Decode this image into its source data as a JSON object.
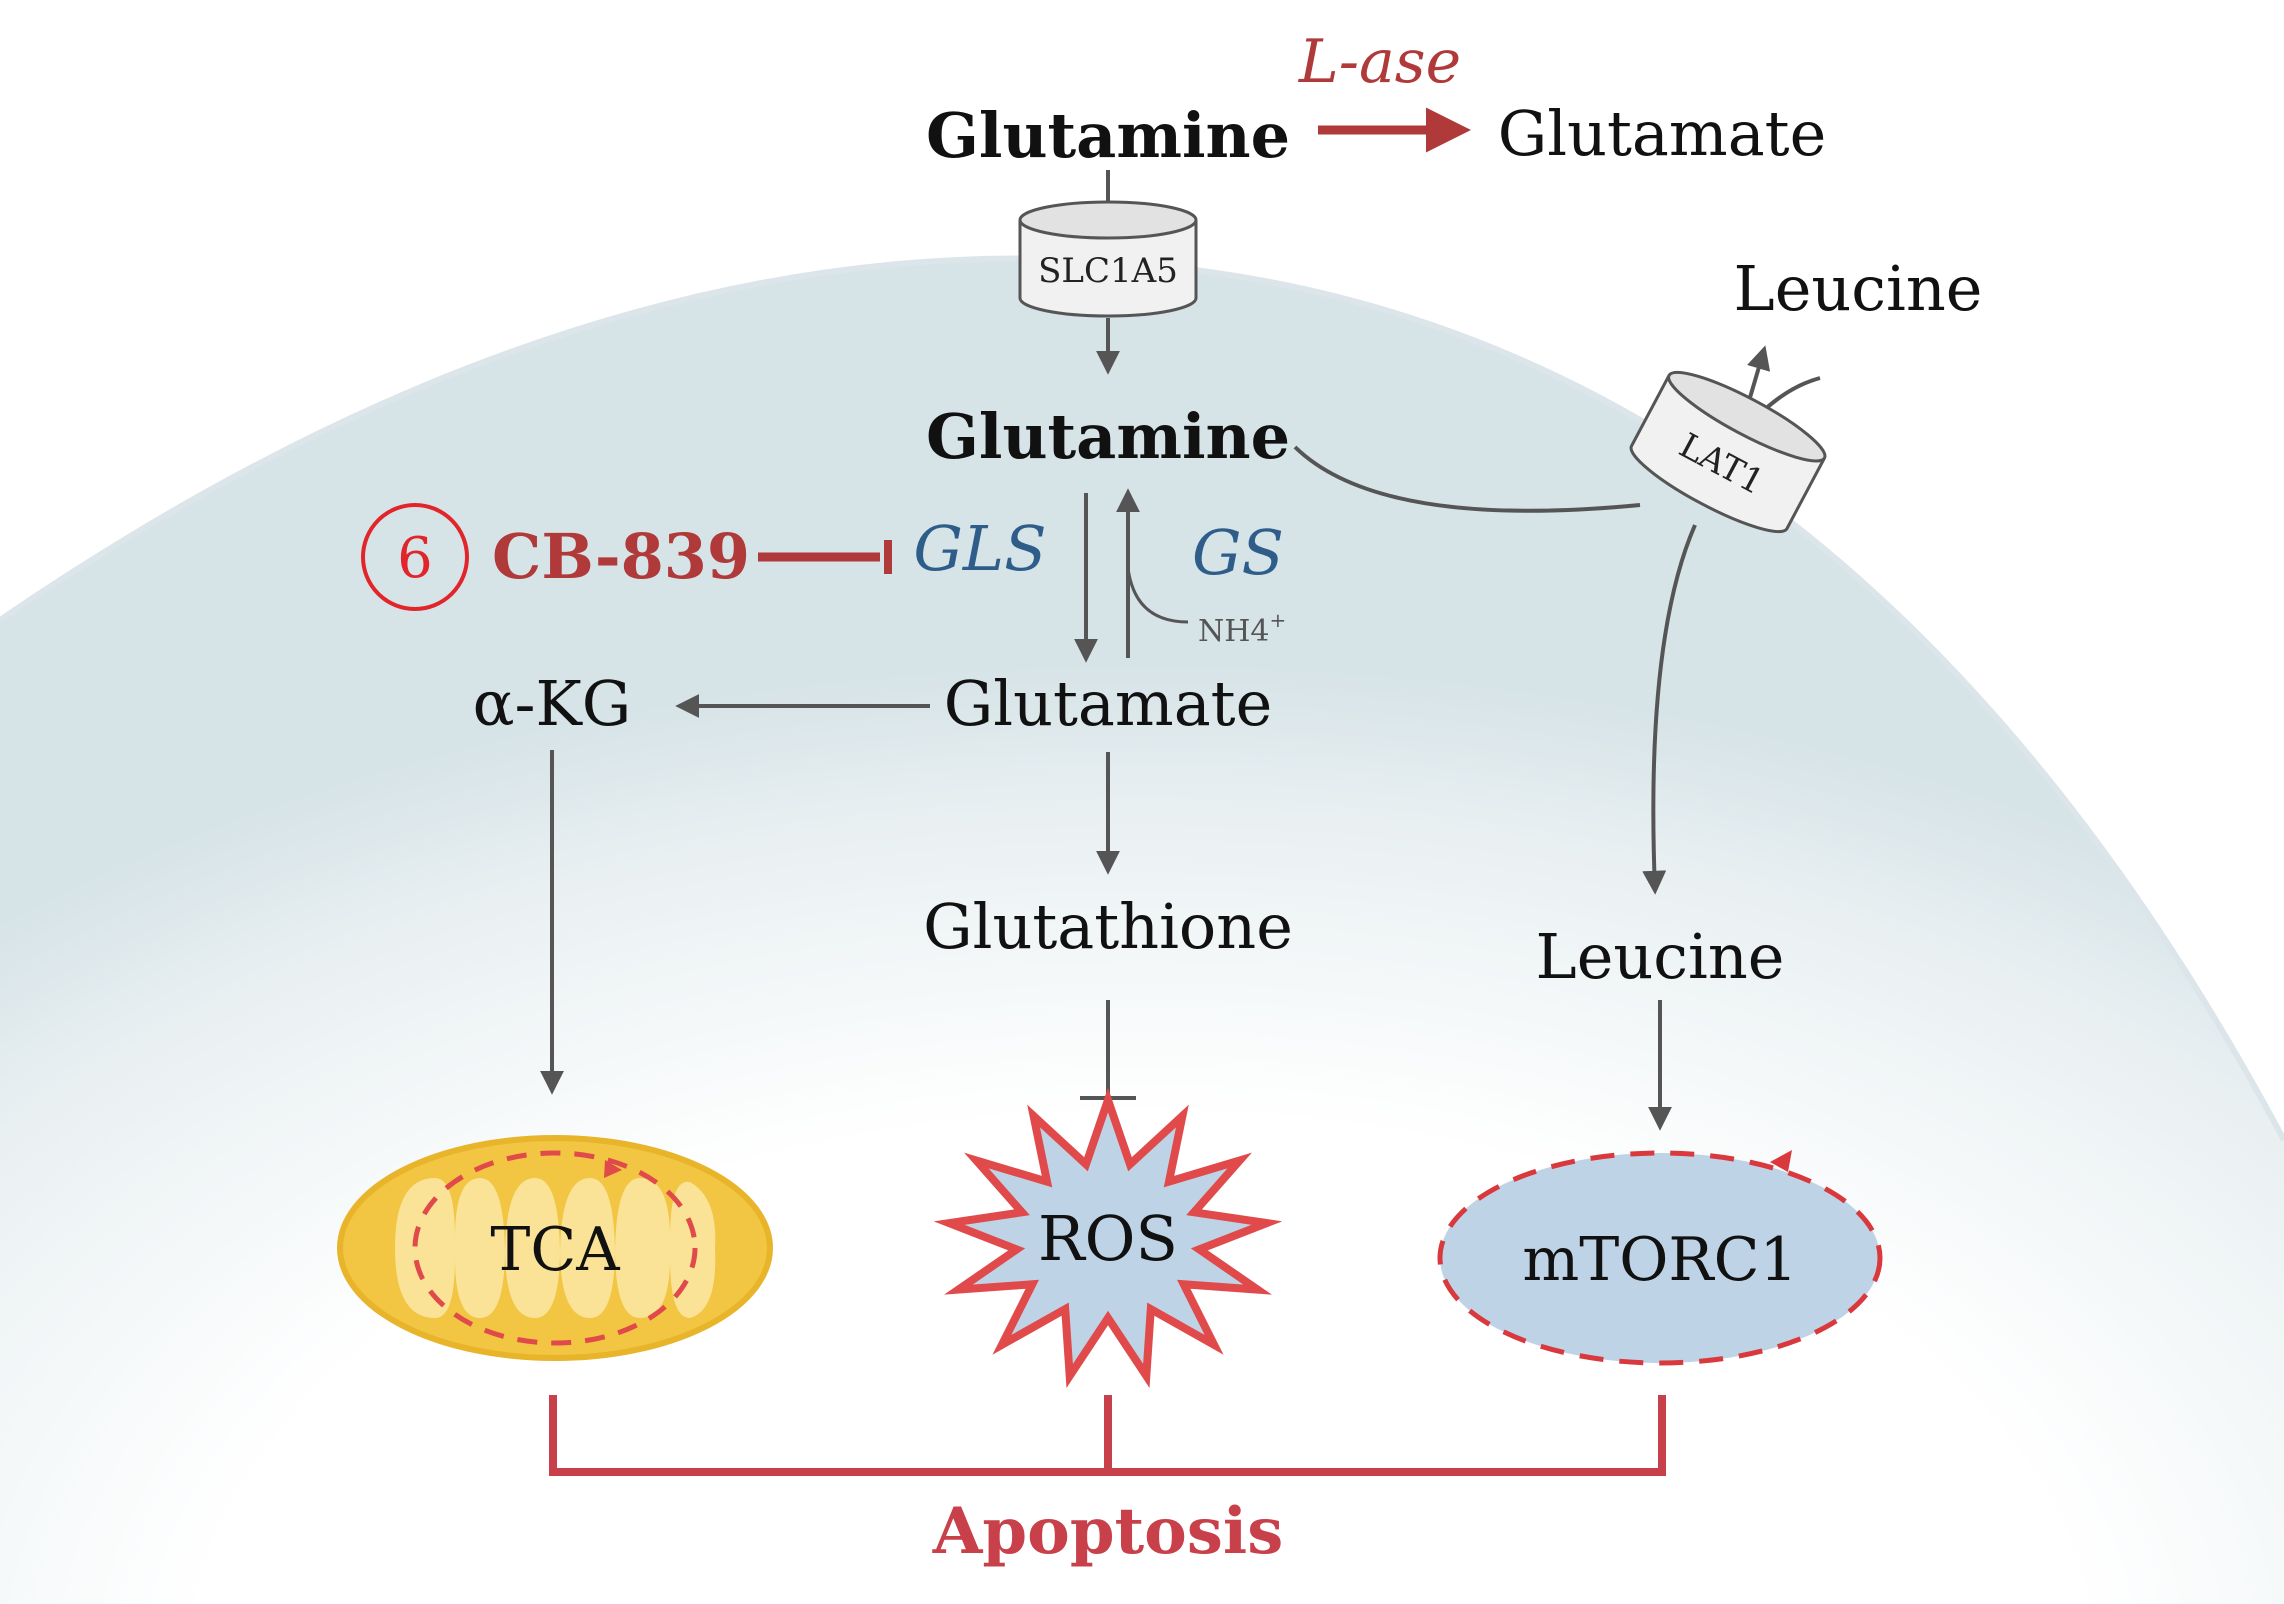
{
  "extracellular": {
    "glutamine": "Glutamine",
    "enzyme": "L-ase",
    "glutamate": "Glutamate",
    "leucine": "Leucine"
  },
  "transporters": {
    "slc1a5": "SLC1A5",
    "lat1": "LAT1"
  },
  "intracellular": {
    "glutamine": "Glutamine",
    "gls": "GLS",
    "gs": "GS",
    "nh4": "NH4",
    "nh4_charge": "+",
    "glutamate": "Glutamate",
    "akg": "α-KG",
    "glutathione": "Glutathione",
    "leucine": "Leucine"
  },
  "inhibitor": {
    "number": "6",
    "name": "CB-839"
  },
  "outputs": {
    "tca": "TCA",
    "ros": "ROS",
    "mtorc1": "mTORC1"
  },
  "result": {
    "apoptosis": "Apoptosis"
  },
  "colors": {
    "red": "#b03a3a",
    "blue": "#2f5d8a",
    "gray": "#555555",
    "mito_fill": "#f2c542",
    "ros_fill": "#bfd3e6",
    "mtor_fill": "#bfd3e6",
    "cell_fill": "#e6eef1"
  }
}
